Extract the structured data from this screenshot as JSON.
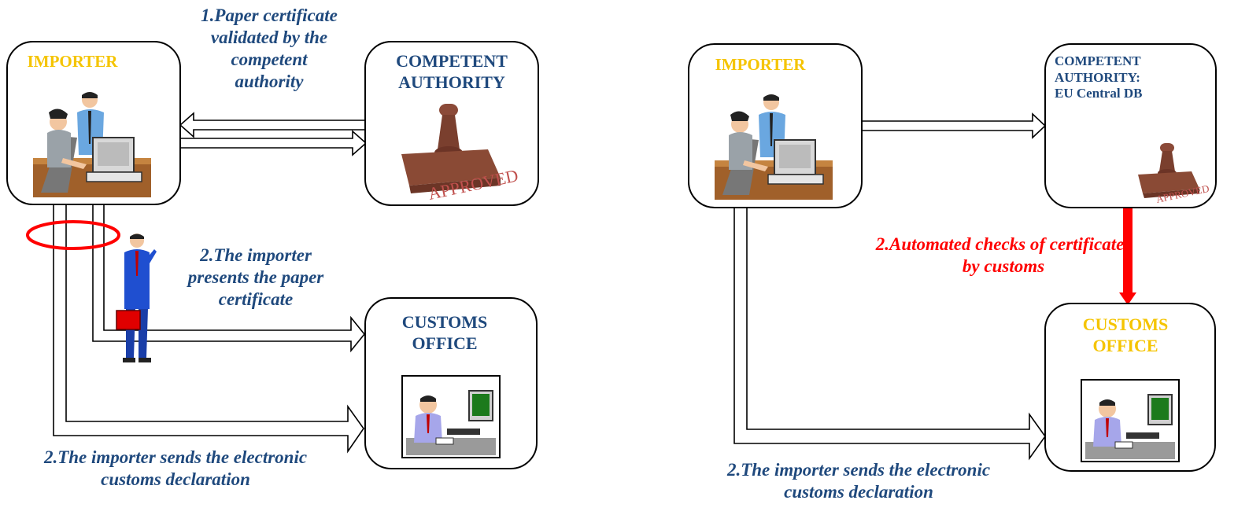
{
  "left": {
    "importer_label": "IMPORTER",
    "authority_label": "COMPETENT\nAUTHORITY",
    "stamp_text": "APPROVED",
    "customs_label": "CUSTOMS\nOFFICE",
    "step1_caption": "1.Paper certificate\nvalidated by the\ncompetent\nauthority",
    "step2_paper_caption": "2.The importer\npresents the paper\ncertificate",
    "step2_electronic_caption": "2.The importer sends the electronic\ncustoms declaration"
  },
  "right": {
    "importer_label": "IMPORTER",
    "authority_label": "COMPETENT\nAUTHORITY:\nEU Central DB",
    "stamp_text": "APPROVED",
    "customs_label": "CUSTOMS\nOFFICE",
    "automated_caption": "2.Automated checks of certificates\nby customs",
    "step2_electronic_caption": "2.The importer sends the electronic\ncustoms declaration"
  },
  "colors": {
    "label_blue": "#1f497d",
    "label_yellow": "#f5c400",
    "highlight_red": "#ff0000"
  },
  "icons": [
    "office-workers-icon",
    "approved-stamp-icon",
    "businessman-with-briefcase-icon",
    "customs-officer-at-computer-icon"
  ]
}
